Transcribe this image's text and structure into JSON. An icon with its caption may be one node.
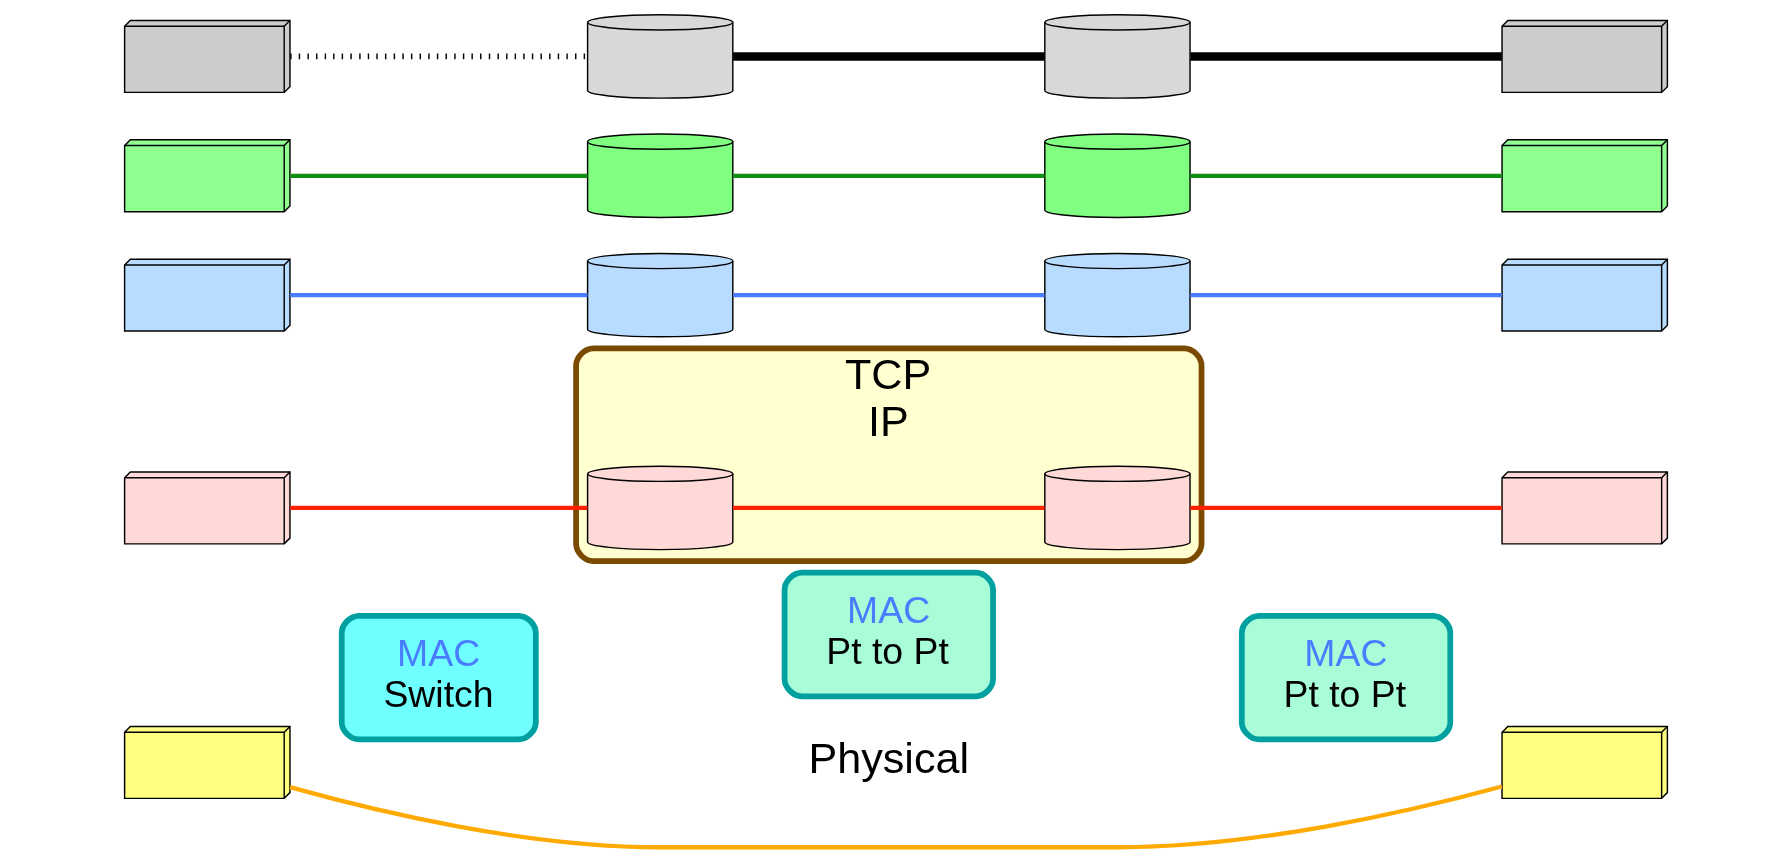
{
  "diagram": {
    "nodes": [
      {
        "text": [
          "TCP",
          "IP"
        ]
      },
      {
        "text": [],
        "shape": "box"
      },
      {
        "text": [],
        "shape": "box"
      },
      {
        "text": [],
        "shape": "box"
      },
      {
        "text": [],
        "shape": "cylinder",
        "in": 0
      },
      {
        "text": [],
        "shape": "cylinder",
        "in": 0
      },
      {
        "text": [],
        "shape": "box"
      },
      {
        "text": [
          "MAC",
          "Switch"
        ]
      },
      {
        "text": [
          "MAC",
          "Pt to Pt"
        ]
      },
      {
        "text": [
          "MAC",
          "Pt to Pt"
        ]
      },
      {
        "text": [],
        "shape": "box"
      },
      {
        "text": [],
        "shape": "cylinder"
      },
      {
        "text": [],
        "shape": "cylinder"
      },
      {
        "text": [],
        "shape": "box"
      },
      {
        "text": [],
        "shape": "box"
      },
      {
        "text": [],
        "shape": "cylinder"
      },
      {
        "text": [],
        "shape": "cylinder"
      },
      {
        "text": [],
        "shape": "box"
      },
      {
        "text": [],
        "shape": "box"
      },
      {
        "text": [],
        "shape": "cylinder"
      },
      {
        "text": [],
        "shape": "cylinder"
      },
      {
        "text": [],
        "shape": "box"
      }
    ],
    "edges": [
      {
        "from": 1,
        "to": 2,
        "arrow": "none",
        "color": "#ffaa00"
      },
      {
        "from": 3,
        "to": 4,
        "arrow": "none",
        "color": "#ff2200"
      },
      {
        "from": 4,
        "to": 5,
        "arrow": "none",
        "color": "#ff2200"
      },
      {
        "from": 5,
        "to": 6,
        "arrow": "none",
        "color": "#ff2200"
      },
      {
        "from": 10,
        "to": 11,
        "arrow": "none",
        "color": "#4a7cff"
      },
      {
        "from": 11,
        "to": 12,
        "arrow": "none",
        "color": "#4a7cff"
      },
      {
        "from": 12,
        "to": 13,
        "arrow": "none",
        "color": "#4a7cff"
      },
      {
        "from": 14,
        "to": 15,
        "arrow": "none",
        "color": "#109010"
      },
      {
        "from": 15,
        "to": 16,
        "arrow": "none",
        "color": "#109010"
      },
      {
        "from": 16,
        "to": 17,
        "arrow": "none",
        "color": "#109010"
      },
      {
        "from": 18,
        "to": 19,
        "arrow": "none",
        "style": "dashed",
        "color": "#000000"
      },
      {
        "from": 19,
        "to": 20,
        "arrow": "none",
        "style": "thick",
        "color": "#000000"
      },
      {
        "from": 20,
        "to": 21,
        "arrow": "none",
        "style": "thick",
        "color": "#000000"
      }
    ],
    "labels": [
      "Physical"
    ]
  }
}
